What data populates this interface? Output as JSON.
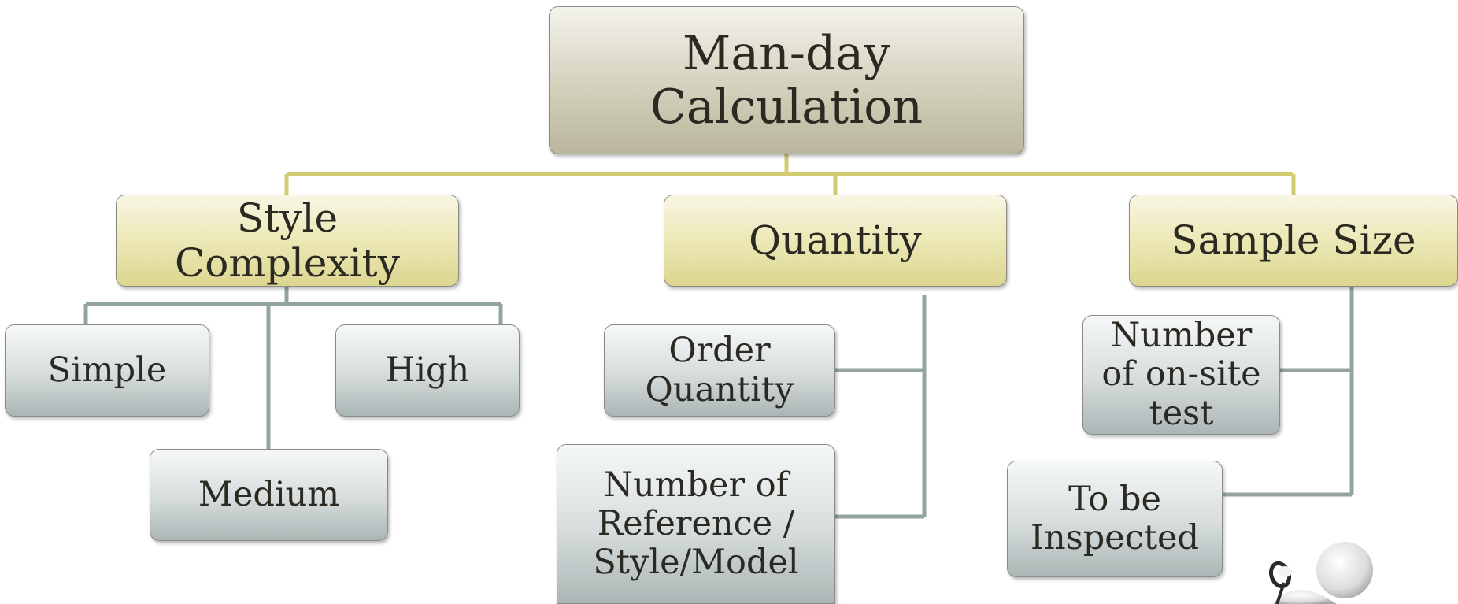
{
  "diagram": {
    "root": "Man-day\nCalculation",
    "categories": {
      "style": "Style\nComplexity",
      "quantity": "Quantity",
      "sample": "Sample Size"
    },
    "style_children": {
      "simple": "Simple",
      "high": "High",
      "medium": "Medium"
    },
    "quantity_children": {
      "order": "Order\nQuantity",
      "numref": "Number of\nReference /\nStyle/Model"
    },
    "sample_children": {
      "onsite": "Number\nof on-site\ntest",
      "tobe": "To be\nInspected"
    },
    "colors": {
      "top_connector": "#d2cb72",
      "sub_connector": "#93a4a0"
    },
    "icon": "person-with-magnifier-icon"
  }
}
